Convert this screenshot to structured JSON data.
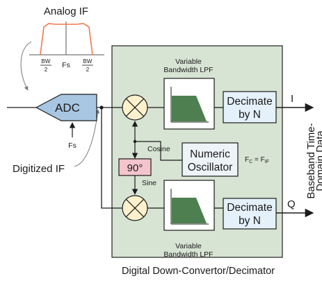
{
  "analog_if": {
    "title": "Analog IF",
    "left_bw_num": "BW",
    "left_bw_den": "2",
    "fs": "Fs",
    "right_bw_num": "BW",
    "right_bw_den": "2"
  },
  "adc": {
    "label": "ADC",
    "clock": "Fs"
  },
  "digitized_if": "Digitized IF",
  "lpf_top": {
    "line1": "Variable",
    "line2": "Bandwidth LPF"
  },
  "lpf_bottom": {
    "line1": "Variable",
    "line2": "Bandwidth LPF"
  },
  "decimate_top": {
    "line1": "Decimate",
    "line2": "by N"
  },
  "decimate_bottom": {
    "line1": "Decimate",
    "line2": "by N"
  },
  "outputs": {
    "i": "I",
    "q": "Q"
  },
  "phase_shift": "90°",
  "cosine": "Cosine",
  "sine": "Sine",
  "nco": {
    "line1": "Numeric",
    "line2": "Oscillator",
    "eq_fc": "F",
    "eq_c": "C",
    "eq_eq": " = F",
    "eq_if": "IF"
  },
  "side_label": {
    "line1": "Baseband Time-",
    "line2": "Domain Data"
  },
  "panel_title": "Digital Down-Convertor/Decimator",
  "colors": {
    "panel": "#d7e3d3",
    "adc": "#a8c6e2",
    "phase": "#f4c4cc",
    "filter_fill": "#4e7f50",
    "spectrum": "#f07850"
  }
}
